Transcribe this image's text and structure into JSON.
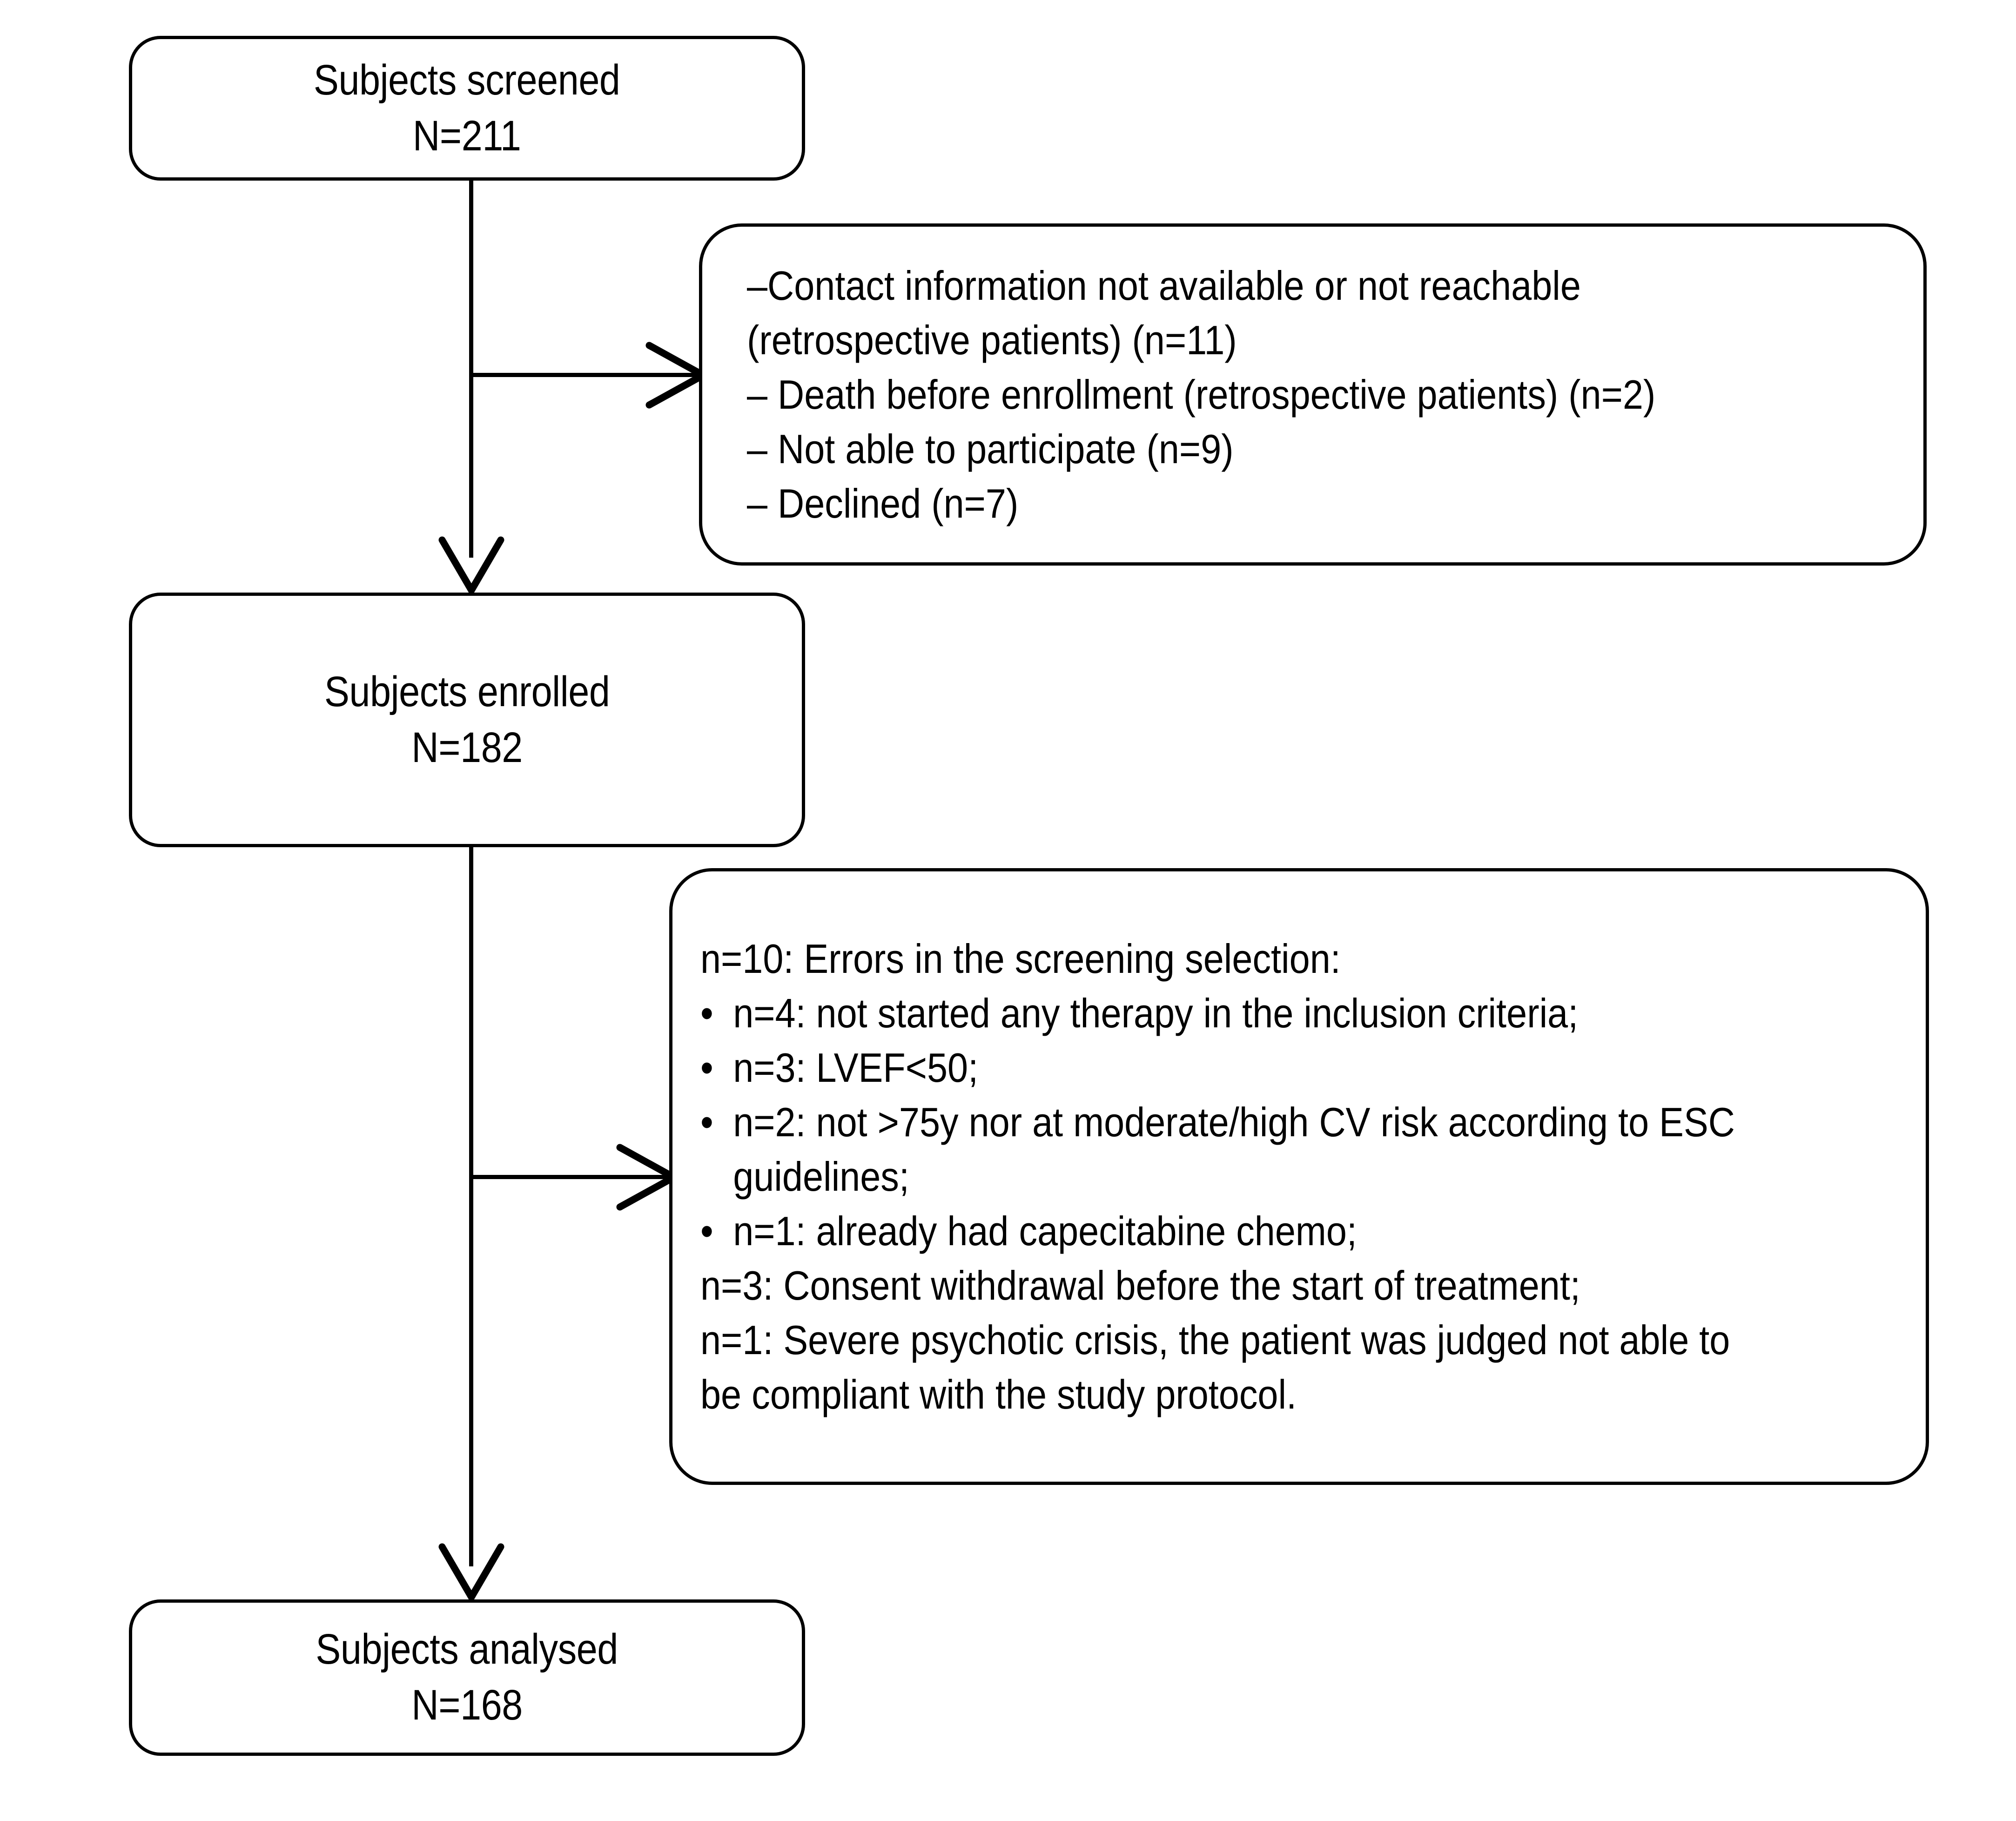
{
  "diagram": {
    "title": "CONSORT-style subject flow diagram",
    "stroke_color": "#000000",
    "background_color": "#ffffff"
  },
  "nodes": [
    {
      "id": "screened",
      "label": "Subjects screened",
      "count_label": "N=211",
      "n": 211
    },
    {
      "id": "enrolled",
      "label": "Subjects enrolled",
      "count_label": "N=182",
      "n": 182
    },
    {
      "id": "analysed",
      "label": "Subjects analysed",
      "count_label": "N=168",
      "n": 168
    }
  ],
  "exclusions_1": {
    "lines": [
      "–Contact information not available or not reachable",
      "(retrospective patients) (n=11)",
      "– Death before enrollment (retrospective patients) (n=2)",
      "– Not able to participate (n=9)",
      "– Declined (n=7)"
    ],
    "items": [
      {
        "reason": "Contact information not available or not reachable (retrospective patients)",
        "n": 11
      },
      {
        "reason": "Death before enrollment (retrospective patients)",
        "n": 2
      },
      {
        "reason": "Not able to participate",
        "n": 9
      },
      {
        "reason": "Declined",
        "n": 7
      }
    ]
  },
  "exclusions_2": {
    "heading": "n=10: Errors in the screening selection:",
    "bullet_marker": "•",
    "bullets": [
      "n=4: not started any therapy in the inclusion criteria;",
      "n=3:  LVEF<50;",
      "n=2: not >75y nor at moderate/high CV risk according to ESC guidelines;",
      "n=1: already had capecitabine chemo;"
    ],
    "tail_lines": [
      "n=3: Consent withdrawal before the start of treatment;",
      "n=1: Severe psychotic crisis, the patient was judged not able to be compliant with the study protocol."
    ],
    "items": [
      {
        "reason": "Errors in the screening selection",
        "n": 10
      },
      {
        "reason": "not started any therapy in the inclusion criteria",
        "n": 4
      },
      {
        "reason": "LVEF<50",
        "n": 3
      },
      {
        "reason": "not >75y nor at moderate/high CV risk according to ESC guidelines",
        "n": 2
      },
      {
        "reason": "already had capecitabine chemo",
        "n": 1
      },
      {
        "reason": "Consent withdrawal before the start of treatment",
        "n": 3
      },
      {
        "reason": "Severe psychotic crisis, the patient was judged not able to be compliant with the study protocol",
        "n": 1
      }
    ]
  }
}
